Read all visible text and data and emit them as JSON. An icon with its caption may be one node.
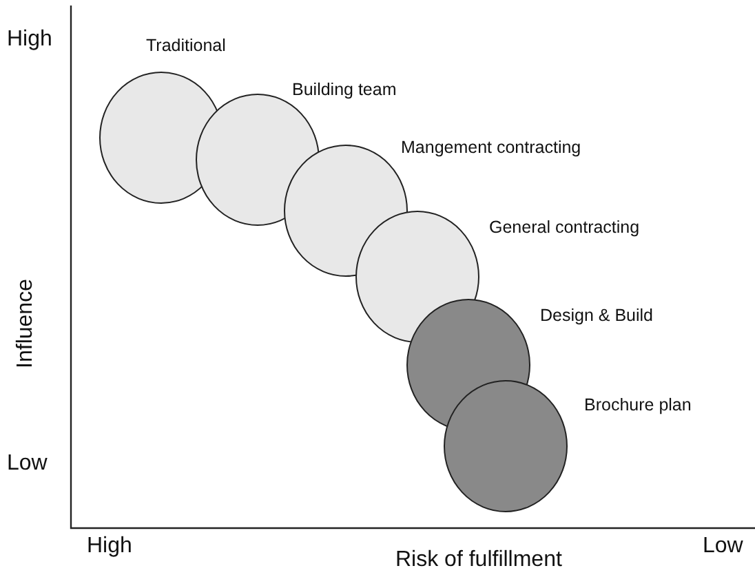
{
  "diagram": {
    "nodes": [
      {
        "text": [],
        "shape": "circle",
        "beside": [
          "Traditional"
        ]
      },
      {
        "text": [],
        "shape": "circle",
        "beside": [
          "Building team"
        ]
      },
      {
        "text": [],
        "shape": "circle",
        "beside": [
          "Mangement contracting"
        ]
      },
      {
        "text": [],
        "shape": "circle",
        "beside": [
          "General contracting"
        ]
      },
      {
        "text": [],
        "shape": "circle",
        "beside": [
          "Design & Build"
        ]
      },
      {
        "text": [],
        "shape": "circle",
        "beside": [
          "Brochure plan"
        ]
      }
    ],
    "labels": [
      "High",
      "Influence",
      "Low",
      "High",
      "Risk of fulfillment",
      "Low"
    ]
  }
}
